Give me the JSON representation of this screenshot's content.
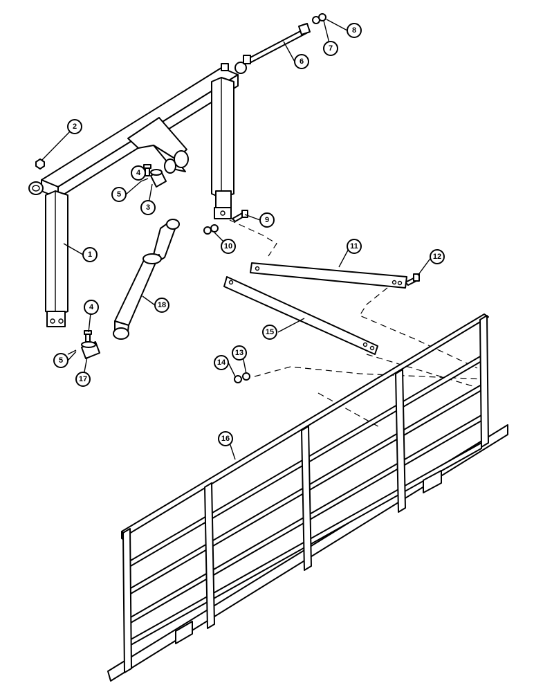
{
  "callouts": [
    {
      "id": "c1",
      "label": "1"
    },
    {
      "id": "c2",
      "label": "2"
    },
    {
      "id": "c3",
      "label": "3"
    },
    {
      "id": "c4a",
      "label": "4"
    },
    {
      "id": "c4b",
      "label": "4"
    },
    {
      "id": "c5a",
      "label": "5"
    },
    {
      "id": "c5b",
      "label": "5"
    },
    {
      "id": "c6",
      "label": "6"
    },
    {
      "id": "c7",
      "label": "7"
    },
    {
      "id": "c8",
      "label": "8"
    },
    {
      "id": "c9",
      "label": "9"
    },
    {
      "id": "c10",
      "label": "10"
    },
    {
      "id": "c11",
      "label": "11"
    },
    {
      "id": "c12",
      "label": "12"
    },
    {
      "id": "c13",
      "label": "13"
    },
    {
      "id": "c14",
      "label": "14"
    },
    {
      "id": "c15",
      "label": "15"
    },
    {
      "id": "c16",
      "label": "16"
    },
    {
      "id": "c17",
      "label": "17"
    },
    {
      "id": "c18",
      "label": "18"
    }
  ]
}
